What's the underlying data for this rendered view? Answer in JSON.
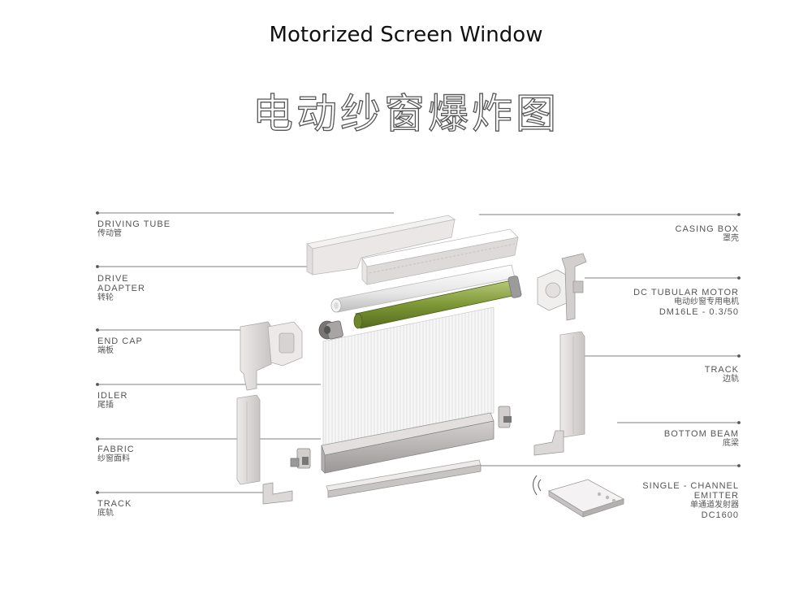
{
  "title": "Motorized Screen Window",
  "subtitle": "电动纱窗爆炸图",
  "labels_left": [
    {
      "en": "DRIVING TUBE",
      "cn": "传动管"
    },
    {
      "en": "DRIVE ADAPTER",
      "cn": "转轮"
    },
    {
      "en": "END CAP",
      "cn": "端板"
    },
    {
      "en": "IDLER",
      "cn": "尾插"
    },
    {
      "en": "FABRIC",
      "cn": "纱窗面料"
    },
    {
      "en": "TRACK",
      "cn": "底轨"
    }
  ],
  "labels_right": [
    {
      "en": "CASING BOX",
      "cn": "罩壳"
    },
    {
      "en": "DC TUBULAR MOTOR",
      "cn": "电动纱窗专用电机",
      "model": "DM16LE - 0.3/50"
    },
    {
      "en": "TRACK",
      "cn": "边轨"
    },
    {
      "en": "BOTTOM BEAM",
      "cn": "底梁"
    },
    {
      "en": "SINGLE - CHANNEL EMITTER",
      "cn": "单通道发射器",
      "model": "DC1600"
    }
  ],
  "colors": {
    "motor": "#8aa33e",
    "frame": "#d9d5d5",
    "leader_line": "#555555"
  }
}
